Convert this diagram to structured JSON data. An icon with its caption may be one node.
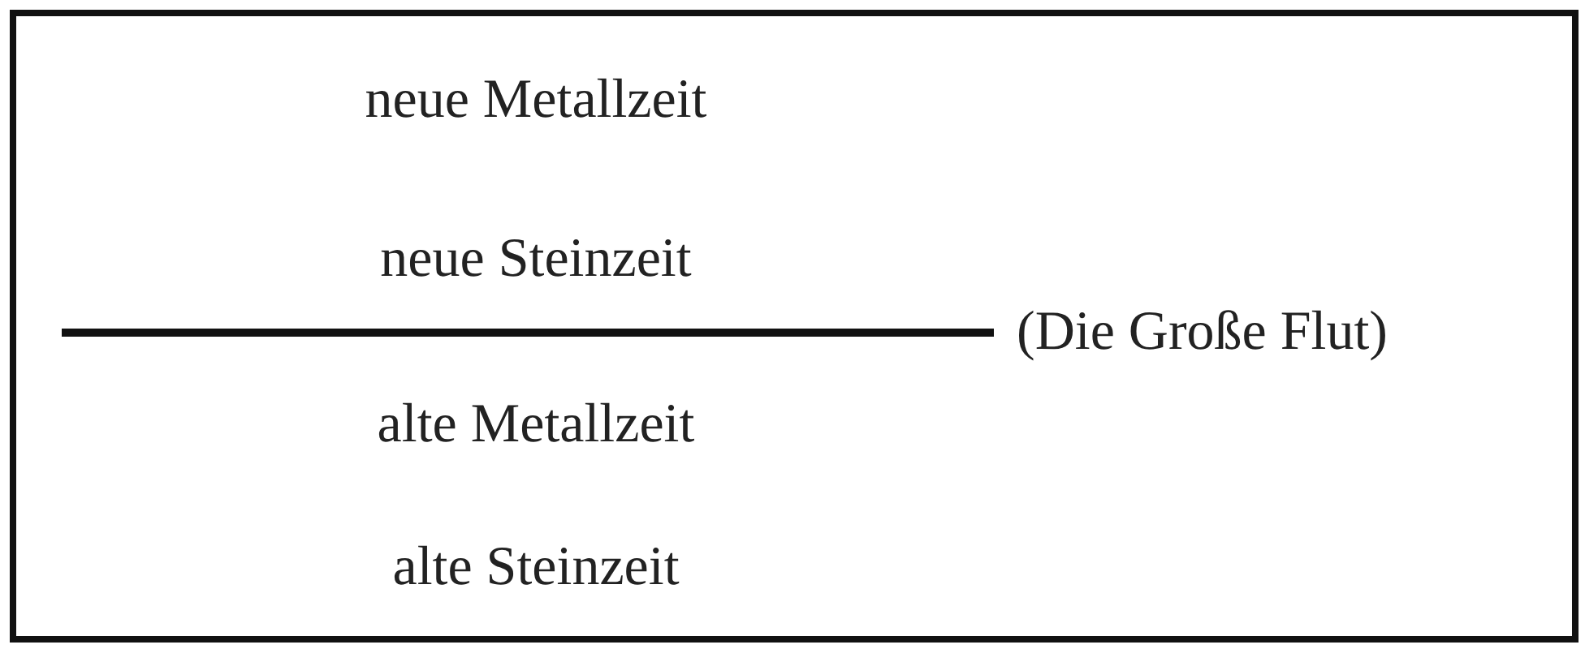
{
  "diagram": {
    "labels": [
      "neue Metallzeit",
      "neue Steinzeit",
      "(Die Große Flut)",
      "alte Metallzeit",
      "alte Steinzeit"
    ]
  }
}
